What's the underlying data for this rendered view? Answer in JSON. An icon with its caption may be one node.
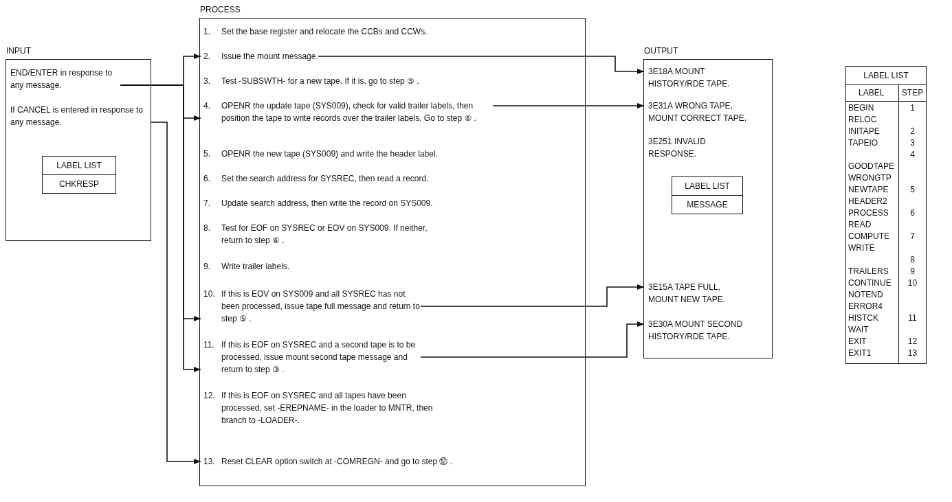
{
  "diagram": {
    "nodes": [
      {
        "text": [
          "INPUT"
        ]
      },
      {
        "text": [
          "END/ENTER in response to any message."
        ],
        "in": 0
      },
      {
        "text": [
          "If CANCEL is entered in response to any message."
        ],
        "in": 0
      },
      {
        "text": [
          "LABEL LIST",
          "CHKRESP"
        ],
        "in": 0
      },
      {
        "text": [
          "PROCESS"
        ]
      },
      {
        "text": [
          "1.",
          "Set the base register and relocate the CCBs and CCWs."
        ],
        "in": 4
      },
      {
        "text": [
          "2.",
          "Issue the mount message."
        ],
        "in": 4
      },
      {
        "text": [
          "3.",
          "Test -SUBSWTH- for a new tape. If it is, go to step ⑤ ."
        ],
        "in": 4
      },
      {
        "text": [
          "4.",
          "OPENR the update tape (SYS009), check for valid trailer labels, then position the tape to write records over the trailer labels. Go to step ⑥ ."
        ],
        "in": 4
      },
      {
        "text": [
          "5.",
          "OPENR the new tape (SYS009) and write the header label."
        ],
        "in": 4
      },
      {
        "text": [
          "6.",
          "Set the search address for SYSREC, then read a record."
        ],
        "in": 4
      },
      {
        "text": [
          "7.",
          "Update search address, then write the record on SYS009."
        ],
        "in": 4
      },
      {
        "text": [
          "8.",
          "Test for EOF on SYSREC or EOV on SYS009. If neither, return to step ⑥ ."
        ],
        "in": 4
      },
      {
        "text": [
          "9.",
          "Write trailer labels."
        ],
        "in": 4
      },
      {
        "text": [
          "10.",
          "If this is EOV on SYS009 and all SYSREC has not been processed, issue tape full message and return to step ⑤ ."
        ],
        "in": 4
      },
      {
        "text": [
          "11.",
          "If this is EOF on SYSREC and a second tape is to be processed, issue mount second tape message and return to step ③ ."
        ],
        "in": 4
      },
      {
        "text": [
          "12.",
          "If this is EOF on SYSREC and all tapes have been processed, set -EREPNAME- in the loader to MNTR, then branch to -LOADER-."
        ],
        "in": 4
      },
      {
        "text": [
          "13.",
          "Reset CLEAR option switch at -COMREGN- and go to step ⑫ ."
        ],
        "in": 4
      },
      {
        "text": [
          "OUTPUT"
        ]
      },
      {
        "text": [
          "3E18A MOUNT HISTORY/RDE TAPE."
        ],
        "in": 18
      },
      {
        "text": [
          "3E31A WRONG TAPE, MOUNT CORRECT TAPE."
        ],
        "in": 18
      },
      {
        "text": [
          "3E251 INVALID RESPONSE."
        ],
        "in": 18
      },
      {
        "text": [
          "LABEL LIST",
          "MESSAGE"
        ],
        "in": 18
      },
      {
        "text": [
          "3E15A TAPE FULL, MOUNT NEW TAPE."
        ],
        "in": 18
      },
      {
        "text": [
          "3E30A MOUNT SECOND HISTORY/RDE TAPE."
        ],
        "in": 18
      },
      {
        "text": [
          "LABEL LIST"
        ]
      }
    ],
    "edges": [
      {
        "from": 1,
        "to": 6,
        "arrow": "to"
      },
      {
        "from": 1,
        "to": 8,
        "arrow": "to"
      },
      {
        "from": 1,
        "to": 14,
        "arrow": "to"
      },
      {
        "from": 1,
        "to": 15,
        "arrow": "to"
      },
      {
        "from": 2,
        "to": 17,
        "arrow": "to"
      },
      {
        "from": 6,
        "to": 19,
        "arrow": "to"
      },
      {
        "from": 8,
        "to": 20,
        "arrow": "to"
      },
      {
        "from": 14,
        "to": 23,
        "arrow": "to"
      },
      {
        "from": 15,
        "to": 24,
        "arrow": "to"
      }
    ],
    "labels": [
      "LABEL",
      "STEP",
      "BEGIN",
      "1",
      "RELOC",
      "INITAPE",
      "2",
      "TAPEIO",
      "3",
      "4",
      "GOODTAPE",
      "WRONGTP",
      "NEWTAPE",
      "5",
      "HEADER2",
      "PROCESS",
      "6",
      "READ",
      "COMPUTE",
      "7",
      "WRITE",
      "8",
      "TRAILERS",
      "9",
      "CONTINUE",
      "10",
      "NOTEND",
      "ERROR4",
      "HISTCK",
      "11",
      "WAIT",
      "EXIT",
      "12",
      "EXIT1",
      "13"
    ]
  }
}
